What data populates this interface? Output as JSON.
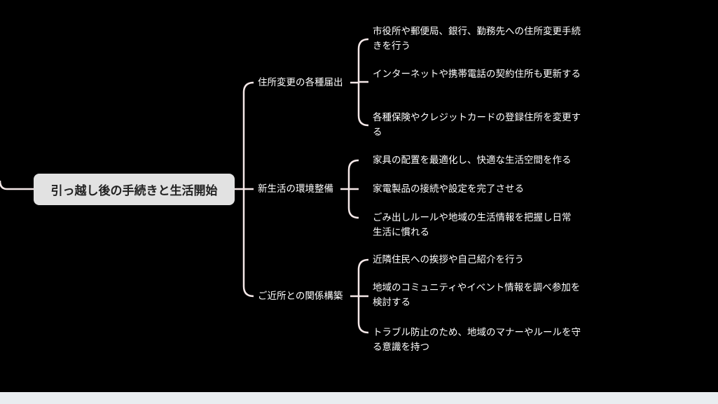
{
  "root": {
    "label": "引っ越し後の手続きと生活開始"
  },
  "branches": [
    {
      "label": "住所変更の各種届出",
      "children": [
        "市役所や郵便局、銀行、勤務先への住所変更手続きを行う",
        "インターネットや携帯電話の契約住所も更新する",
        "各種保険やクレジットカードの登録住所を変更する"
      ]
    },
    {
      "label": "新生活の環境整備",
      "children": [
        "家具の配置を最適化し、快適な生活空間を作る",
        "家電製品の接続や設定を完了させる",
        "ごみ出しルールや地域の生活情報を把握し日常生活に慣れる"
      ]
    },
    {
      "label": "ご近所との関係構築",
      "children": [
        "近隣住民への挨拶や自己紹介を行う",
        "地域のコミュニティやイベント情報を調べ参加を検討する",
        "トラブル防止のため、地域のマナーやルールを守る意識を持つ"
      ]
    }
  ],
  "colors": {
    "background": "#000000",
    "line": "#f5e8e8",
    "root_fill": "#e2e2e2"
  }
}
